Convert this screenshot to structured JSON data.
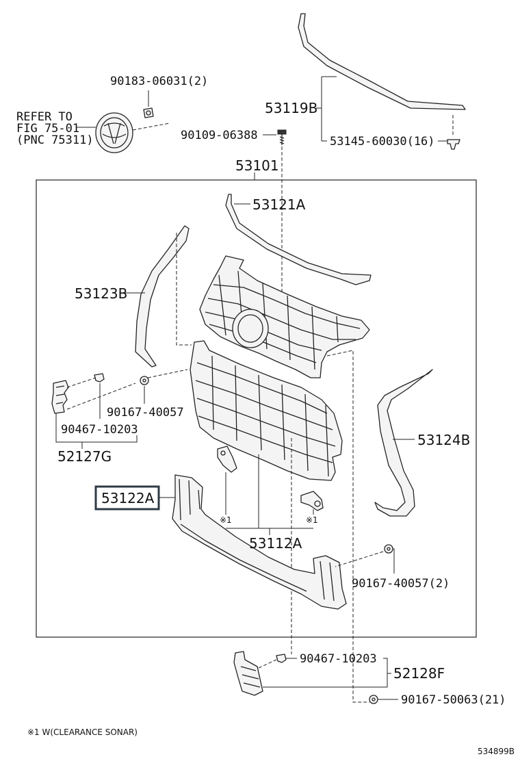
{
  "labels": {
    "refer_1": "REFER TO",
    "refer_2": "FIG 75-01",
    "refer_3": "(PNC 75311)",
    "p90183": "90183-06031(2)",
    "p90109": "90109-06388",
    "p53119B": "53119B",
    "p53145": "53145-60030(16)",
    "p53101": "53101",
    "p53121A": "53121A",
    "p53123B": "53123B",
    "p90167a": "90167-40057",
    "p90467a": "90467-10203",
    "p52127G": "52127G",
    "p53124B": "53124B",
    "p53122A": "53122A",
    "note_mark_left": "※1",
    "note_mark_right": "※1",
    "p53112A": "53112A",
    "p90167b": "90167-40057(2)",
    "p90467b": "90467-10203",
    "p52128F": "52128F",
    "p90167c": "90167-50063(21)",
    "footnote": "※1 W(CLEARANCE SONAR)",
    "figure_id": "534899B"
  },
  "colors": {
    "line": "#222222",
    "highlight_box": "#2f3a45",
    "background": "#ffffff"
  }
}
